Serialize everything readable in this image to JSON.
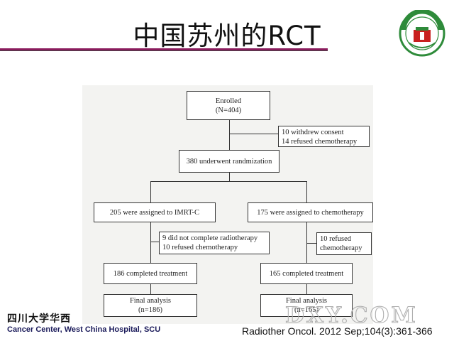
{
  "slide": {
    "title": "中国苏州的RCT",
    "colors": {
      "title_bar": "#8a1b5c",
      "logo_green": "#2e8b3a",
      "logo_red": "#c8201e"
    }
  },
  "flowchart": {
    "enrolled": {
      "line1": "Enrolled",
      "line2": "(N=404)"
    },
    "excluded_1": {
      "line1": "10 withdrew consent",
      "line2": "14 refused chemotherapy"
    },
    "randomization": "380 underwent randmization",
    "arm_left": {
      "assigned": "205 were assigned to IMRT-C",
      "excluded": {
        "line1": "9 did not complete radiotherapy",
        "line2": "10 refused chemotherapy"
      },
      "completed": "186 completed treatment",
      "final": {
        "line1": "Final analysis",
        "line2": "(n=186)"
      }
    },
    "arm_right": {
      "assigned": "175 were assigned to chemotherapy",
      "excluded": {
        "line1": "10 refused",
        "line2": "chemotherapy"
      },
      "completed": "165 completed treatment",
      "final": {
        "line1": "Final analysis",
        "line2": "(n=165)"
      }
    }
  },
  "footer": {
    "hospital_cn": "四川大学华西",
    "hospital_en": "Cancer Center, West China Hospital, SCU",
    "citation": "Radiother Oncol. 2012 Sep;104(3):361-366",
    "watermark": "DXY.COM"
  }
}
